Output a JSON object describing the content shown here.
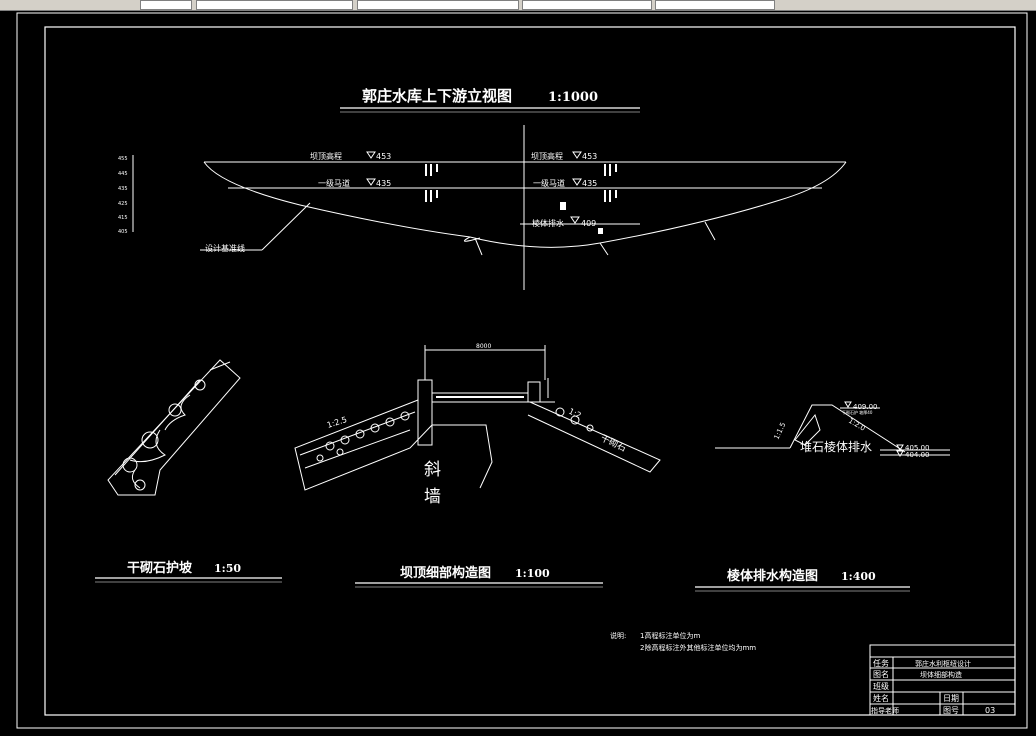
{
  "drawing": {
    "title_elevation": "郭庄水库上下游立视图",
    "scale_elevation": "1:1000",
    "label_crest": "坝顶高程",
    "value_crest": "453",
    "label_berm": "一级马道",
    "value_berm": "435",
    "label_drain": "棱体排水",
    "value_drain": "409",
    "label_design_line": "设计基准线",
    "scale_ticks": [
      "455",
      "445",
      "435",
      "425",
      "415",
      "405"
    ],
    "dim_crest_width": "8000",
    "slope_left": "1:2.5",
    "slope_right": "1:2",
    "label_inclined_wall_1": "斜",
    "label_inclined_wall_2": "墙",
    "label_dry_stone": "干砌石",
    "label_toe_drain": "堆石棱体排水",
    "toe_slope_1": "1:1.5",
    "toe_slope_2": "1:2.0",
    "toe_note": "干砌石护 坡厚40",
    "toe_elev_1": "409.00",
    "toe_elev_2": "405.00",
    "toe_elev_3": "404.00",
    "title_dry_slope": "干砌石护坡",
    "scale_dry_slope": "1:50",
    "title_crest_detail": "坝顶细部构造图",
    "scale_crest_detail": "1:100",
    "title_toe_drain": "棱体排水构造图",
    "scale_toe_drain": "1:400",
    "notes_heading": "说明:",
    "note_1": "1高程标注单位为m",
    "note_2": "2除高程标注外其他标注单位均为mm"
  },
  "title_block": {
    "task_label": "任务",
    "task_value": "郭庄水利枢纽设计",
    "drawing_name_label": "图名",
    "drawing_name_value": "坝体细部构造",
    "class_label": "班级",
    "name_label": "姓名",
    "date_label": "日期",
    "teacher_label": "指导老师",
    "drawing_no_label": "图号",
    "drawing_no_value": "03"
  },
  "colors": {
    "background": "#000000",
    "lines": "#ffffff",
    "toolbar": "#d4d0c8"
  }
}
